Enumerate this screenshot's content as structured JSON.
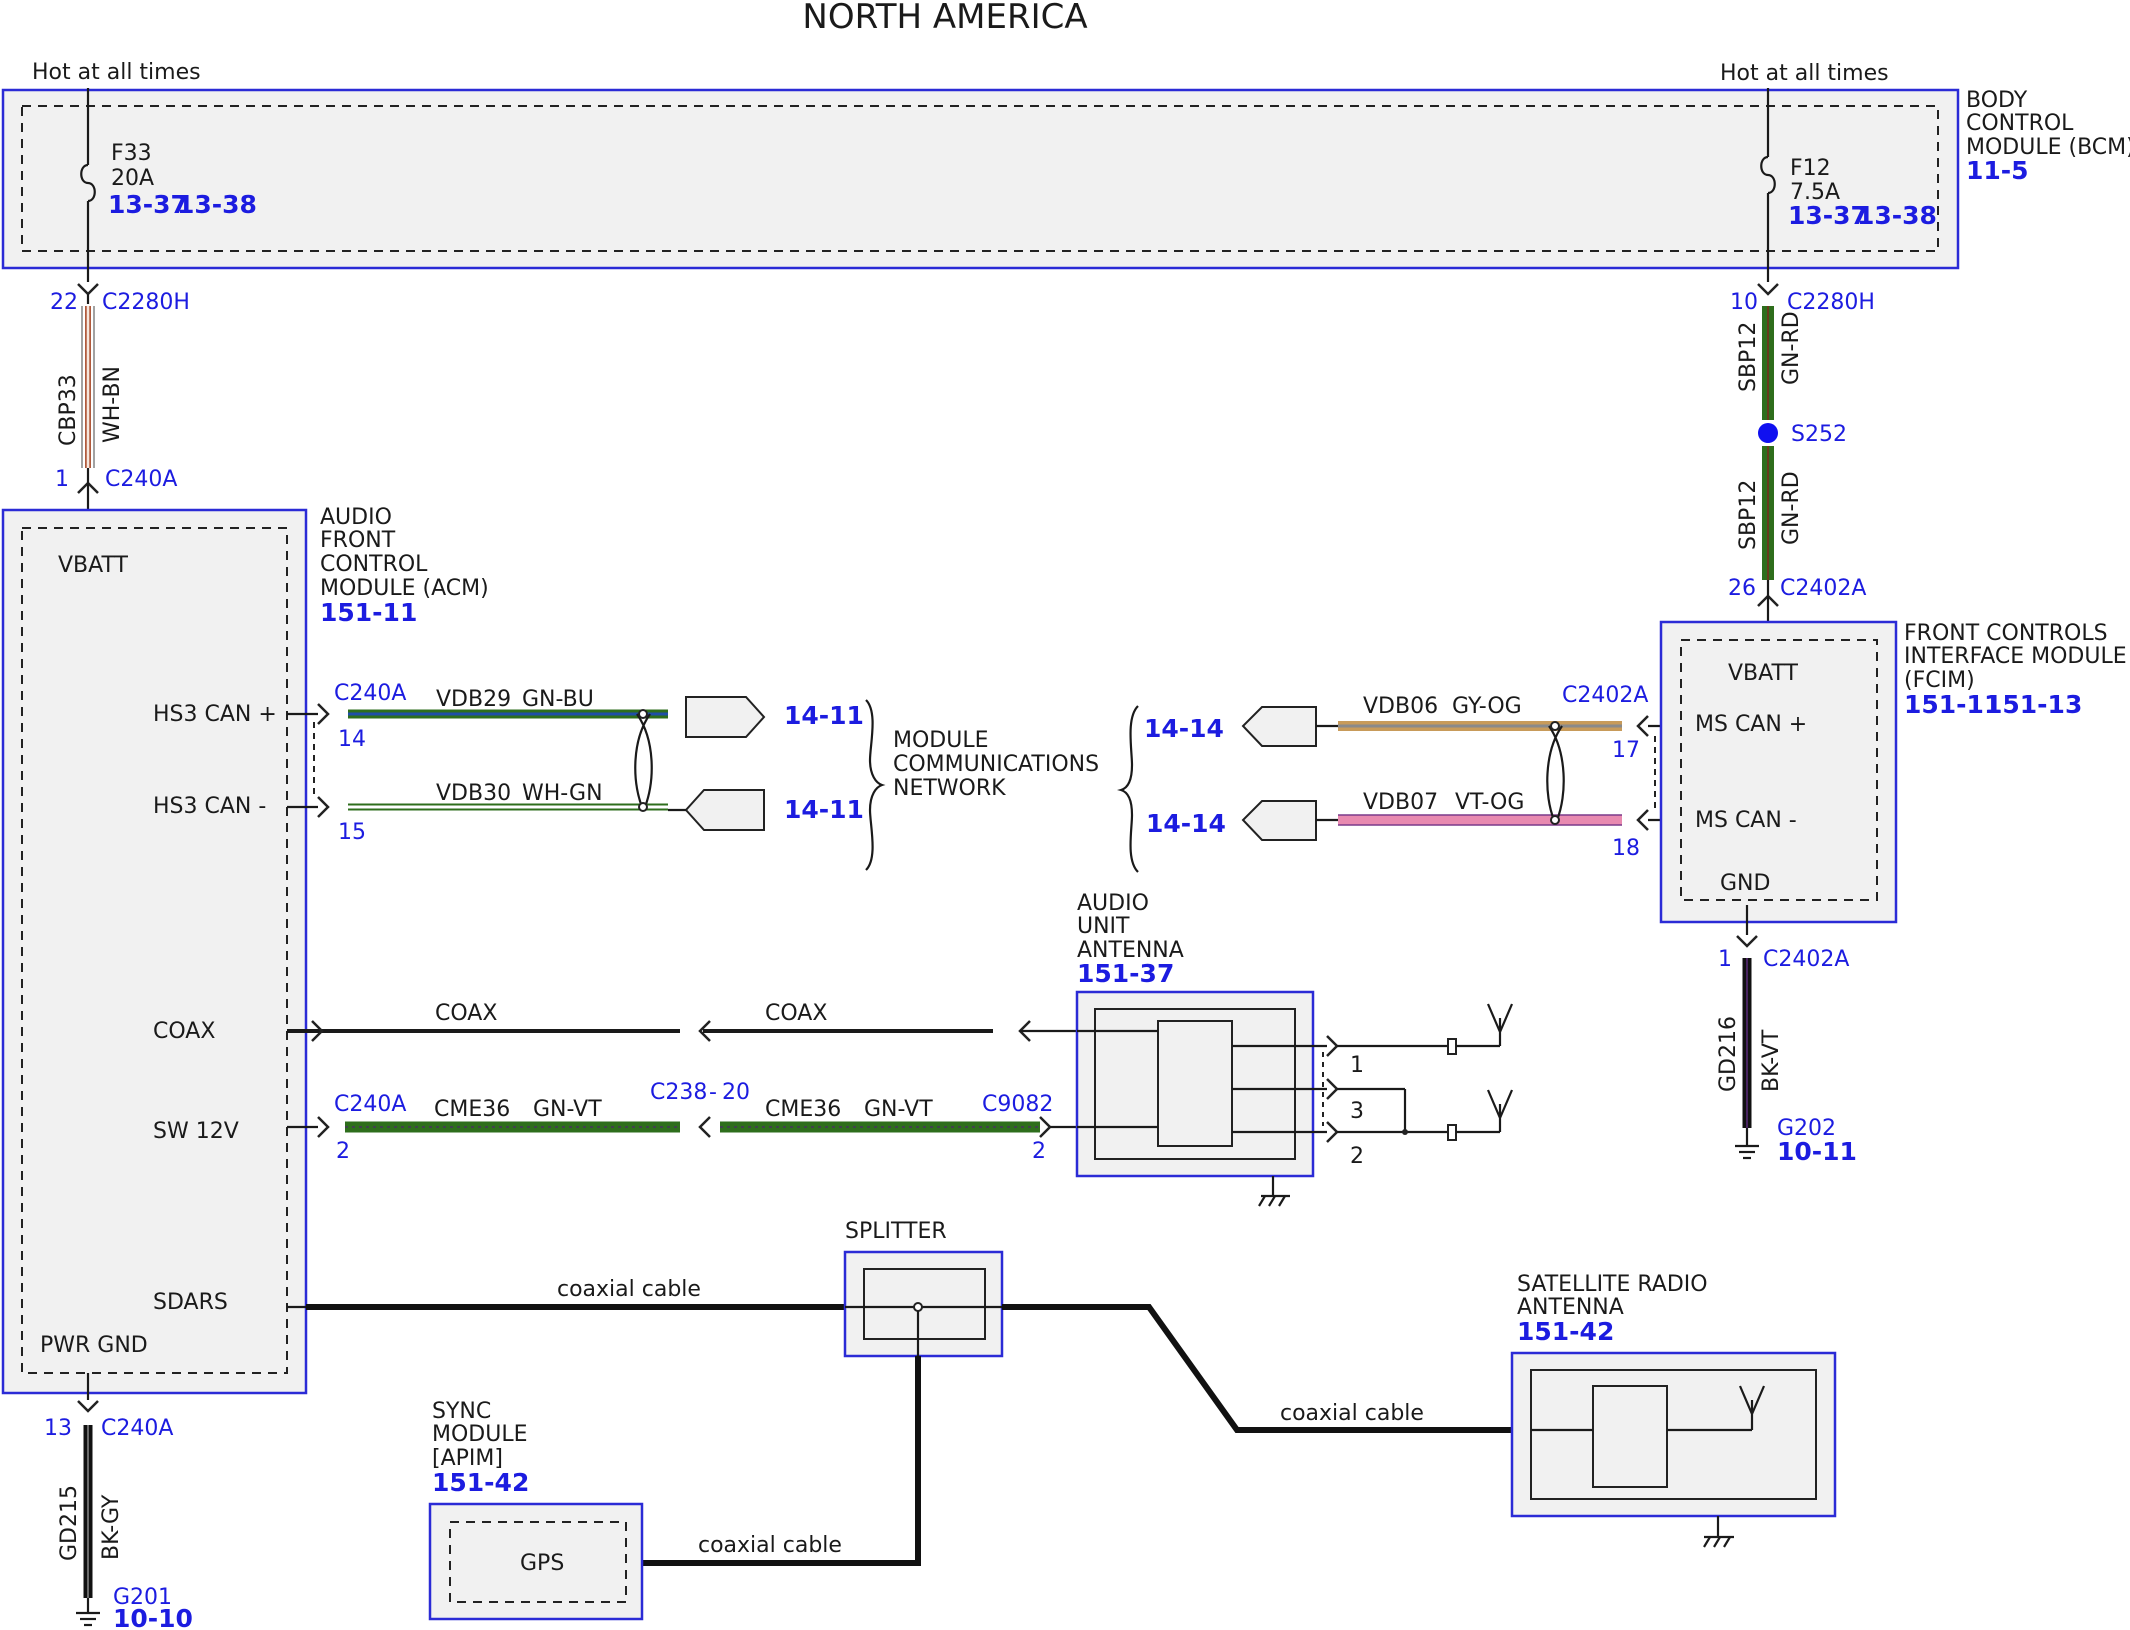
{
  "title": "NORTH AMERICA",
  "hot_at_all_times": "Hot at all times",
  "bcm": {
    "line1": "BODY",
    "line2": "CONTROL",
    "line3": "MODULE (BCM)",
    "ref": "11-5",
    "fuse_left": {
      "name": "F33",
      "rating": "20A",
      "ref1": "13-37",
      "ref2": "13-38"
    },
    "fuse_right": {
      "name": "F12",
      "rating": "7.5A",
      "ref1": "13-37",
      "ref2": "13-38"
    }
  },
  "acm": {
    "line1": "AUDIO",
    "line2": "FRONT",
    "line3": "CONTROL",
    "line4": "MODULE (ACM)",
    "ref": "151-11",
    "pins": {
      "vbatt": "VBATT",
      "hs3_plus": "HS3 CAN +",
      "hs3_minus": "HS3 CAN -",
      "coax": "COAX",
      "sw12v": "SW 12V",
      "sdars": "SDARS",
      "pwr_gnd": "PWR GND"
    }
  },
  "fcim": {
    "line1": "FRONT CONTROLS",
    "line2": "INTERFACE MODULE",
    "line3": "(FCIM)",
    "ref1": "151-11",
    "ref2": "151-13",
    "pins": {
      "vbatt": "VBATT",
      "ms_plus": "MS CAN +",
      "ms_minus": "MS CAN -",
      "gnd": "GND"
    }
  },
  "connectors": {
    "c2280h": "C2280H",
    "c240a": "C240A",
    "c2402a": "C2402A",
    "c238": "C238",
    "c9082": "C9082"
  },
  "pins": {
    "p22": "22",
    "p1": "1",
    "p10": "10",
    "p26": "26",
    "p14": "14",
    "p15": "15",
    "p17": "17",
    "p18": "18",
    "p2a": "2",
    "p20": "20",
    "p2b": "2",
    "p13": "13",
    "pg1": "1",
    "ant1": "1",
    "ant3": "3",
    "ant2": "2"
  },
  "wires": {
    "cbp33": {
      "circuit": "CBP33",
      "color": "WH-BN"
    },
    "sbp12_top": {
      "circuit": "SBP12",
      "color": "GN-RD"
    },
    "sbp12_bot": {
      "circuit": "SBP12",
      "color": "GN-RD"
    },
    "vdb29": {
      "circuit": "VDB29",
      "color": "GN-BU"
    },
    "vdb30": {
      "circuit": "VDB30",
      "color": "WH-GN"
    },
    "vdb06": {
      "circuit": "VDB06",
      "color": "GY-OG"
    },
    "vdb07": {
      "circuit": "VDB07",
      "color": "VT-OG"
    },
    "coax_left": "COAX",
    "coax_right": "COAX",
    "cme36_left": {
      "circuit": "CME36",
      "color": "GN-VT"
    },
    "cme36_right": {
      "circuit": "CME36",
      "color": "GN-VT"
    },
    "gd215": {
      "circuit": "GD215",
      "color": "BK-GY"
    },
    "gd216": {
      "circuit": "GD216",
      "color": "BK-VT"
    },
    "coax_cable_1": "coaxial cable",
    "coax_cable_2": "coaxial cable",
    "coax_cable_3": "coaxial cable"
  },
  "splice": "S252",
  "grounds": {
    "g201": {
      "name": "G201",
      "ref": "10-10"
    },
    "g202": {
      "name": "G202",
      "ref": "10-11"
    }
  },
  "network": {
    "line1": "MODULE",
    "line2": "COMMUNICATIONS",
    "line3": "NETWORK",
    "ref_left_1": "14-11",
    "ref_left_2": "14-11",
    "ref_right_1": "14-14",
    "ref_right_2": "14-14"
  },
  "audio_antenna": {
    "line1": "AUDIO",
    "line2": "UNIT",
    "line3": "ANTENNA",
    "ref": "151-37"
  },
  "splitter": {
    "label": "SPLITTER"
  },
  "sync": {
    "line1": "SYNC",
    "line2": "MODULE",
    "line3": "[APIM]",
    "ref": "151-42",
    "gps": "GPS"
  },
  "sat_antenna": {
    "line1": "SATELLITE RADIO",
    "line2": "ANTENNA",
    "ref": "151-42"
  },
  "colors": {
    "module_outline": "#2b2bd6",
    "module_fill": "#f1f1f1",
    "ref_text": "#1c1ce0",
    "wire_green": "#2e6e1c",
    "wire_green_blue": "#1f4fa8",
    "wire_white_brown": "#b05a3c",
    "wire_gray_orange": "#c89b5a",
    "wire_violet_orange": "#e88ab0",
    "wire_black": "#111111"
  }
}
